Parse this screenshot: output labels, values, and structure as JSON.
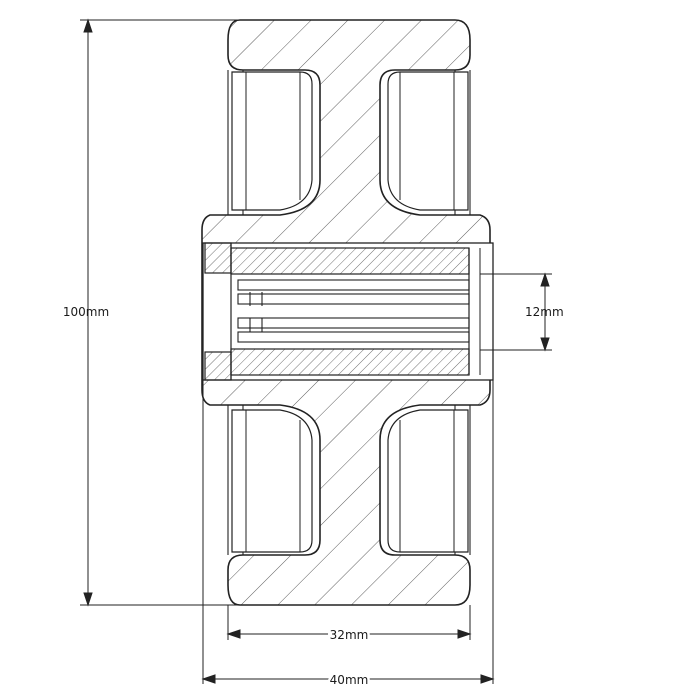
{
  "dimensions": {
    "overall_diameter": "100mm",
    "bore_diameter": "12mm",
    "tread_width": "32mm",
    "hub_width": "40mm"
  }
}
